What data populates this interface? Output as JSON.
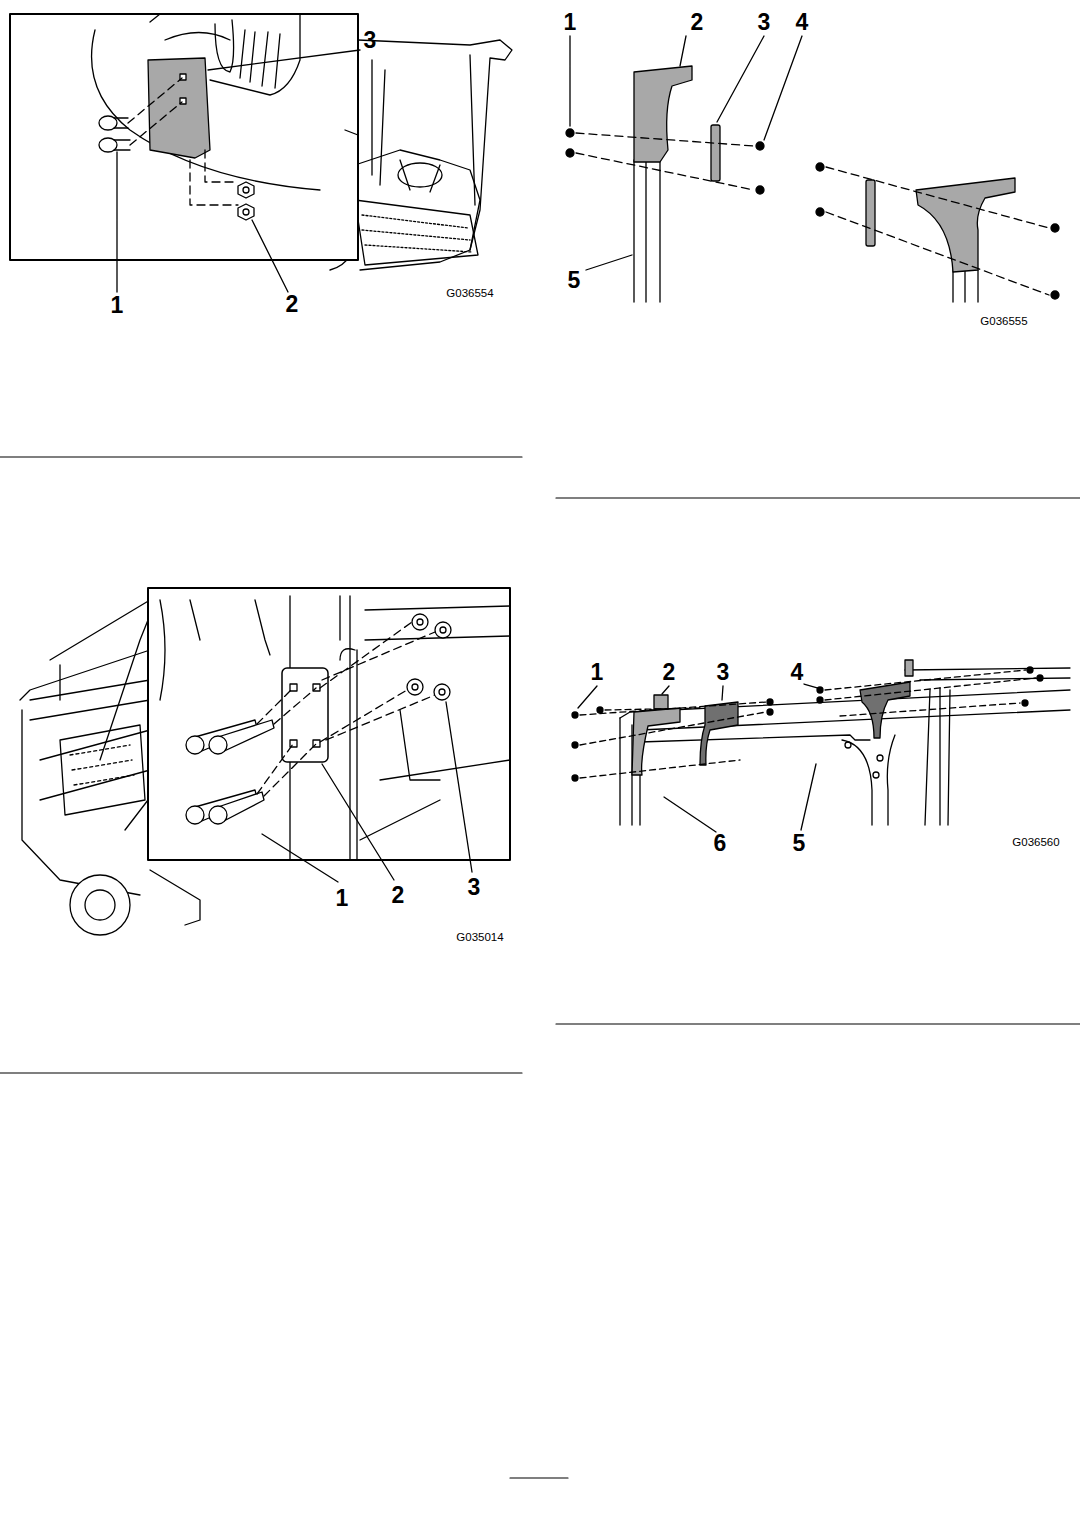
{
  "diagram": {
    "labels": [
      "3",
      "1",
      "2",
      "G036554",
      "1",
      "2",
      "3",
      "4",
      "5",
      "G036555",
      "1",
      "2",
      "3",
      "G035014",
      "1",
      "2",
      "3",
      "4",
      "5",
      "6",
      "G036560"
    ]
  }
}
